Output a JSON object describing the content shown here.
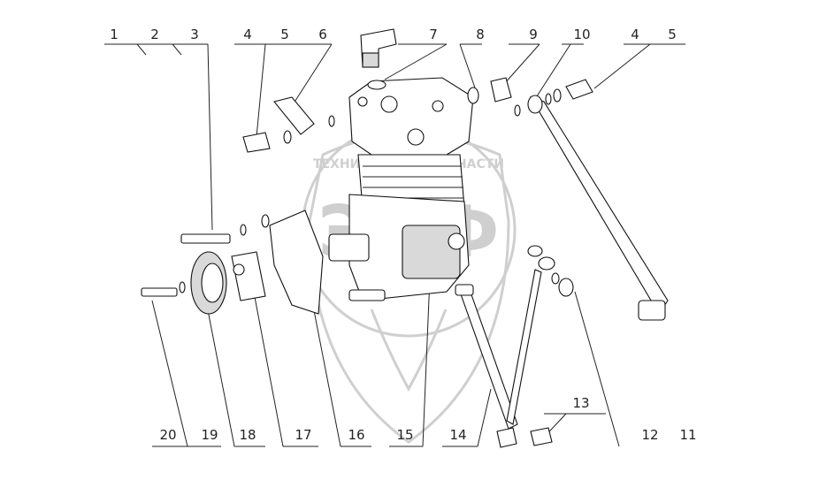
{
  "watermark": {
    "arc_text": "ТЕХНИКА СПЕЦ ЗАПЧАСТИ",
    "logo_text": "ЭПФ"
  },
  "callouts": {
    "c1": "1",
    "c2": "2",
    "c3": "3",
    "c4a": "4",
    "c5a": "5",
    "c6": "6",
    "c7": "7",
    "c8": "8",
    "c9": "9",
    "c10": "10",
    "c4b": "4",
    "c5b": "5",
    "c11": "11",
    "c12": "12",
    "c13": "13",
    "c14": "14",
    "c15": "15",
    "c16": "16",
    "c17": "17",
    "c18": "18",
    "c19": "19",
    "c20": "20"
  }
}
